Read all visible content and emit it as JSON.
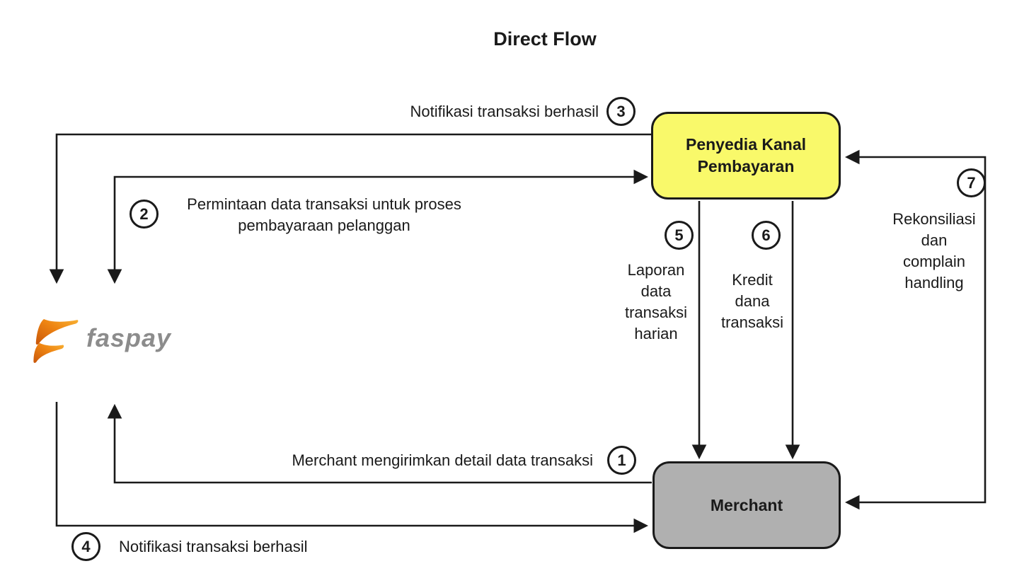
{
  "title": "Direct Flow",
  "logo": {
    "text": "faspay",
    "icon": "faspay-double-swoosh",
    "icon_color_dark": "#C8560A",
    "icon_color_light": "#F8B133",
    "text_color": "#8C8C8C"
  },
  "nodes": {
    "provider": {
      "label": "Penyedia Kanal\nPembayaran",
      "fill": "#F9F96A"
    },
    "merchant": {
      "label": "Merchant",
      "fill": "#B0B0B0"
    }
  },
  "flows": [
    {
      "num": "1",
      "label": "Merchant mengirimkan detail data transaksi"
    },
    {
      "num": "2",
      "label": "Permintaan data transaksi untuk proses pembayaraan pelanggan"
    },
    {
      "num": "3",
      "label": "Notifikasi transaksi berhasil"
    },
    {
      "num": "4",
      "label": "Notifikasi transaksi berhasil"
    },
    {
      "num": "5",
      "label": "Laporan\ndata\ntransaksi\nharian"
    },
    {
      "num": "6",
      "label": "Kredit\ndana\ntransaksi"
    },
    {
      "num": "7",
      "label": "Rekonsiliasi\ndan\ncomplain\nhandling"
    }
  ],
  "colors": {
    "line": "#1a1a1a",
    "text": "#1a1a1a",
    "background": "#ffffff"
  }
}
